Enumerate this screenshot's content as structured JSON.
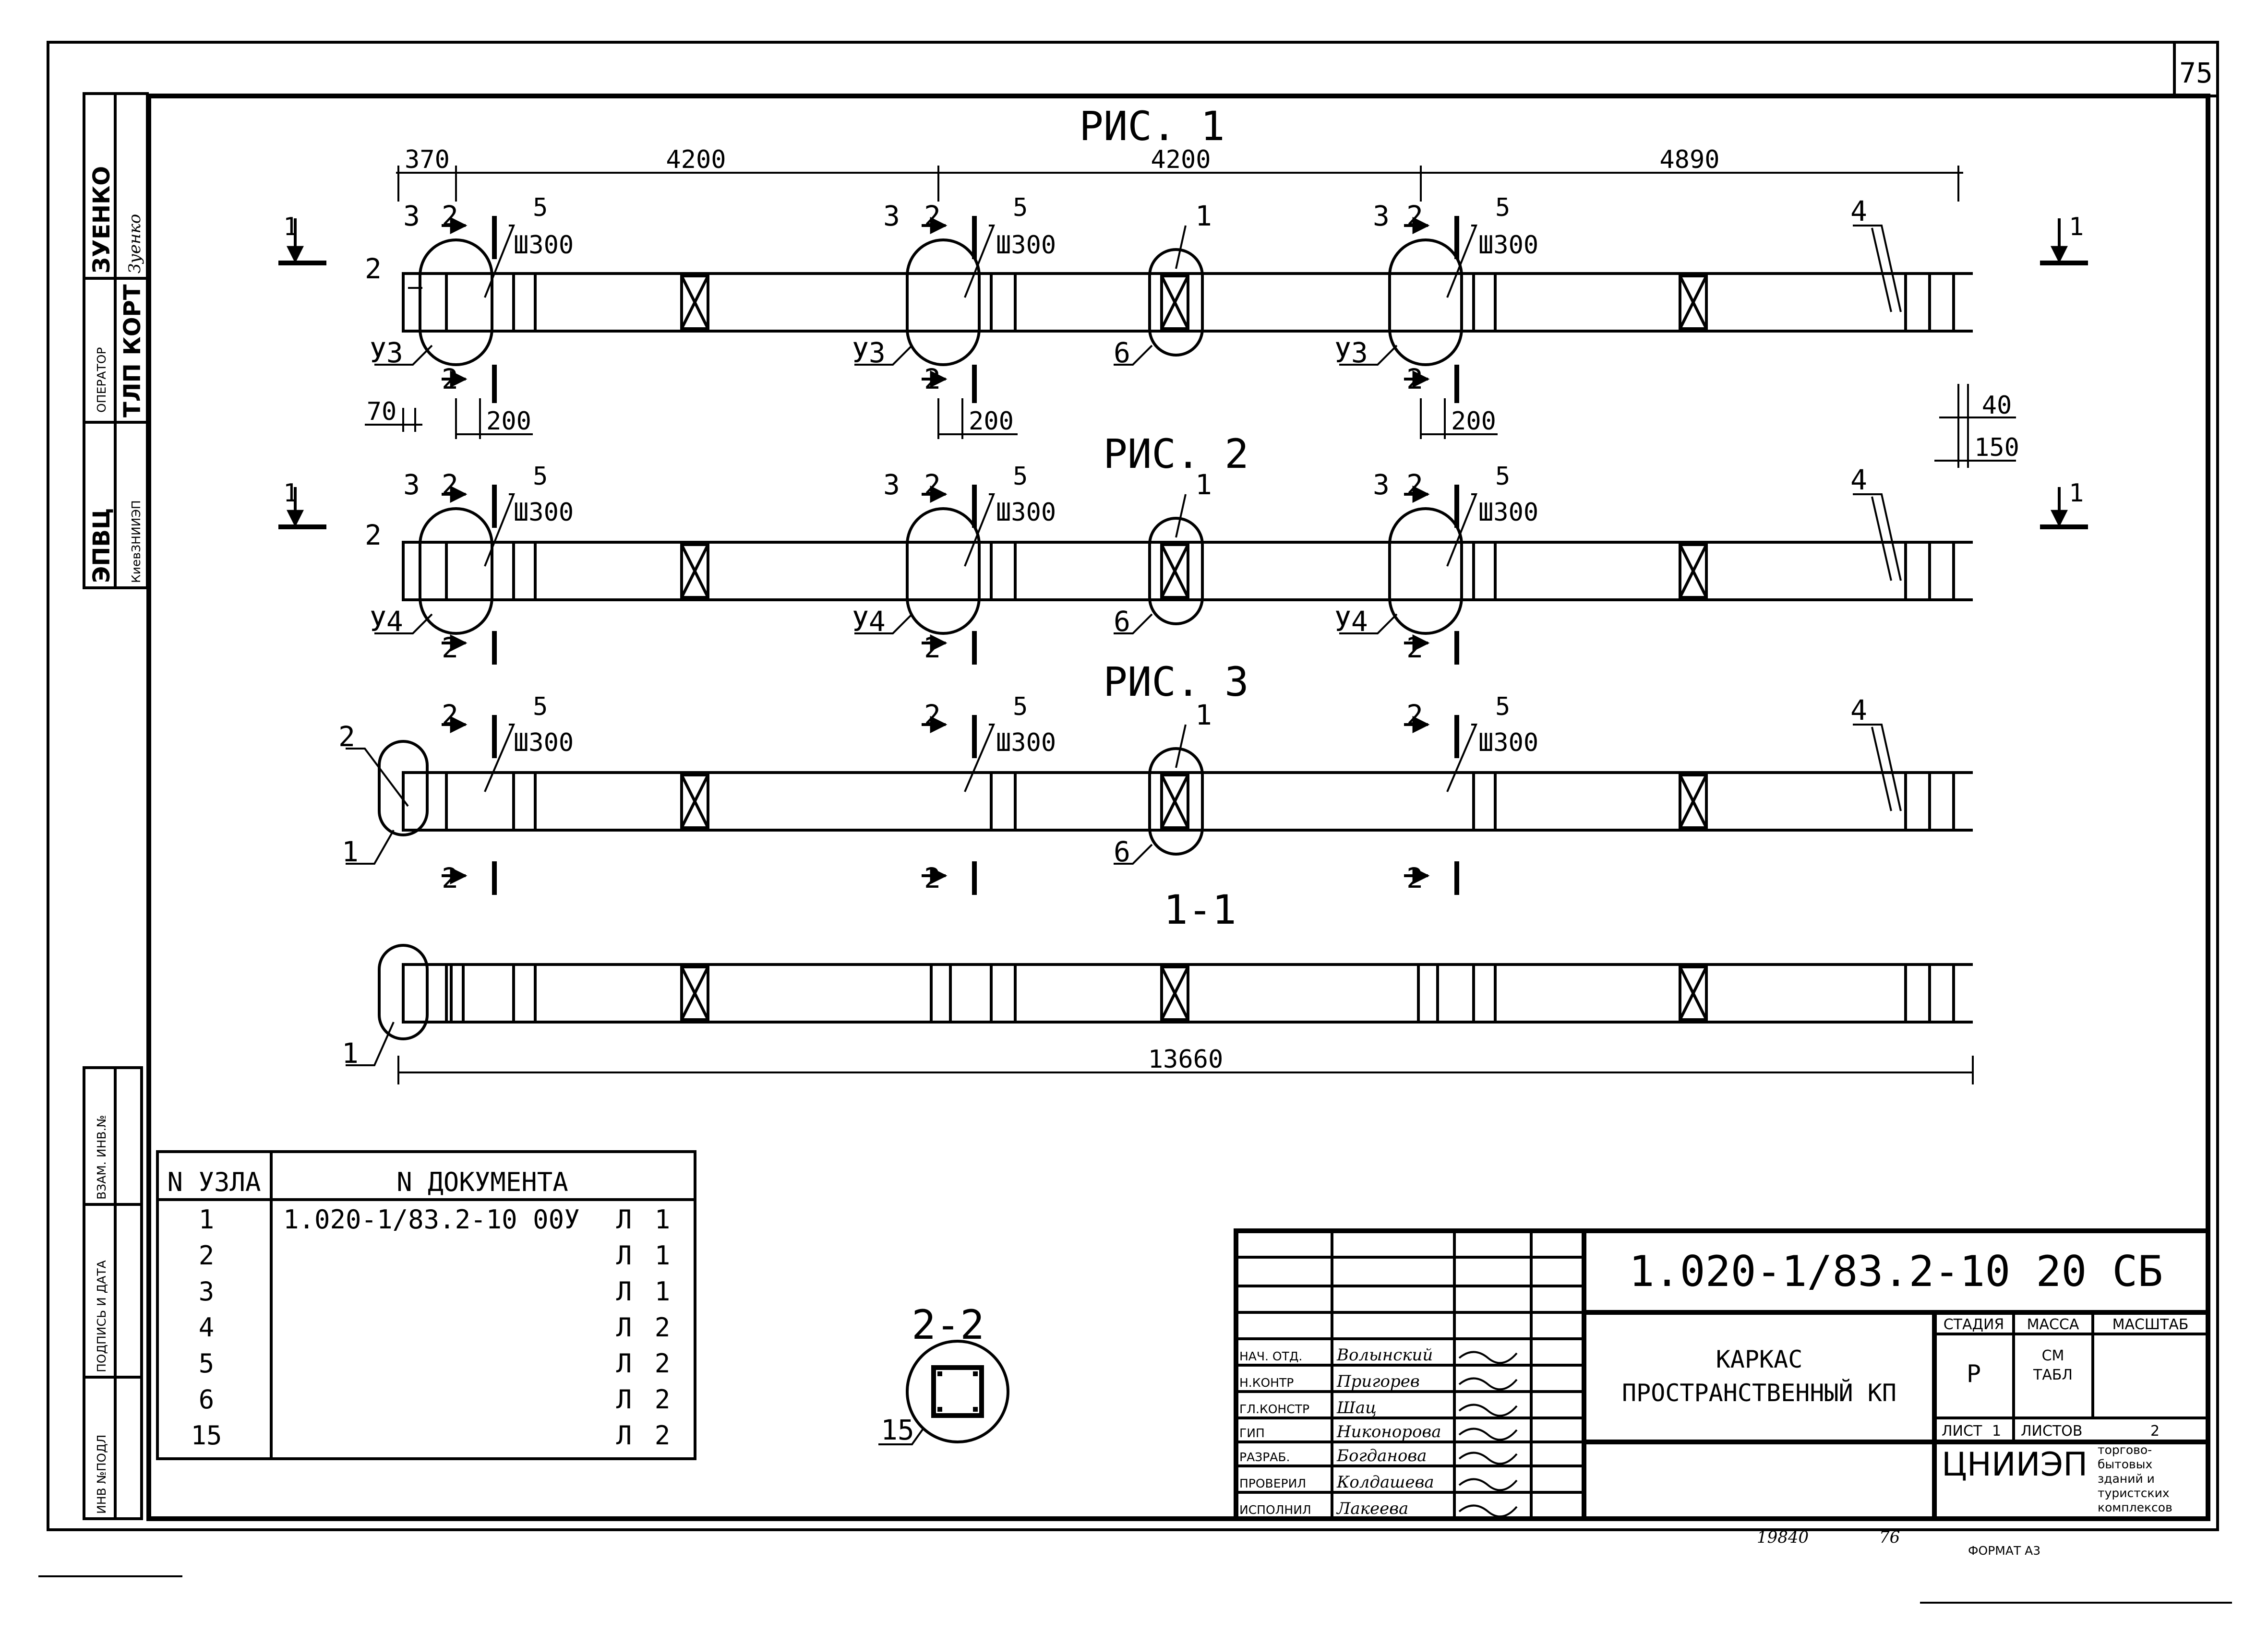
{
  "sheet": {
    "page_number": "75",
    "document_code": "1.020-1/83.2-10 20 СБ",
    "title_line1": "КАРКАС",
    "title_line2": "ПРОСТРАНСТВЕННЫЙ КП",
    "stage_header": "СТАДИЯ",
    "mass_header": "МАССА",
    "scale_header": "МАСШТАБ",
    "stage_value": "Р",
    "mass_value_1": "СМ",
    "mass_value_2": "ТАБЛ",
    "sheet_label": "ЛИСТ",
    "sheet_value": "1",
    "sheets_label": "ЛИСТОВ",
    "sheets_value": "2",
    "org_name": "ЦНИИЭП",
    "org_line1": "торгово-",
    "org_line2": "бытовых",
    "org_line3": "зданий и",
    "org_line4": "туристских",
    "org_line5": "комплексов",
    "format": "ФОРМАТ А3",
    "footer_num_1": "19840",
    "footer_num_2": "76",
    "roles": [
      {
        "role": "НАЧ. ОТД.",
        "name": "Волынский"
      },
      {
        "role": "Н.КОНТР",
        "name": "Пригорев"
      },
      {
        "role": "ГЛ.КОНСТР",
        "name": "Шац"
      },
      {
        "role": "ГИП",
        "name": "Никонорова"
      },
      {
        "role": "РАЗРАБ.",
        "name": "Богданова"
      },
      {
        "role": "ПРОВЕРИЛ",
        "name": "Колдашева"
      },
      {
        "role": "ИСПОЛНИЛ",
        "name": "Лакеева"
      }
    ]
  },
  "side_stamp": {
    "org_1": "ЭПВЦ",
    "org_2": "КиевЗНИИЭП",
    "operator_label": "ОПЕРАТОР",
    "operator_value": "ТЛП КОРТ",
    "surname": "ЗУЕНКО",
    "signature": "Зуенко"
  },
  "left_stamp": {
    "field_1": "ВЗАМ. ИНВ.№",
    "field_2": "ПОДПИСЬ И ДАТА",
    "field_3": "ИНВ №ПОДЛ"
  },
  "figures": {
    "fig1": "РИС. 1",
    "fig2": "РИС. 2",
    "fig3": "РИС. 3",
    "section_1": "1-1",
    "section_2": "2-2"
  },
  "dimensions": {
    "d370": "370",
    "d4200a": "4200",
    "d4200b": "4200",
    "d4890": "4890",
    "d70": "70",
    "d200": "200",
    "d40": "40",
    "d150": "150",
    "d13660": "13660",
    "pitch": "Ш300"
  },
  "labels": {
    "n1": "1",
    "n2": "2",
    "n3": "3",
    "n4": "4",
    "n5": "5",
    "n6": "6",
    "n15": "15",
    "u3": "У3",
    "u4": "У4"
  },
  "node_table": {
    "header_node": "N УЗЛА",
    "header_doc": "N ДОКУМЕНТА",
    "rows": [
      {
        "node": "1",
        "doc": "1.020-1/83.2-10 00У",
        "sheet_mark": "Л",
        "sheet": "1"
      },
      {
        "node": "2",
        "doc": "",
        "sheet_mark": "Л",
        "sheet": "1"
      },
      {
        "node": "3",
        "doc": "",
        "sheet_mark": "Л",
        "sheet": "1"
      },
      {
        "node": "4",
        "doc": "",
        "sheet_mark": "Л",
        "sheet": "2"
      },
      {
        "node": "5",
        "doc": "",
        "sheet_mark": "Л",
        "sheet": "2"
      },
      {
        "node": "6",
        "doc": "",
        "sheet_mark": "Л",
        "sheet": "2"
      },
      {
        "node": "15",
        "doc": "",
        "sheet_mark": "Л",
        "sheet": "2"
      }
    ]
  }
}
